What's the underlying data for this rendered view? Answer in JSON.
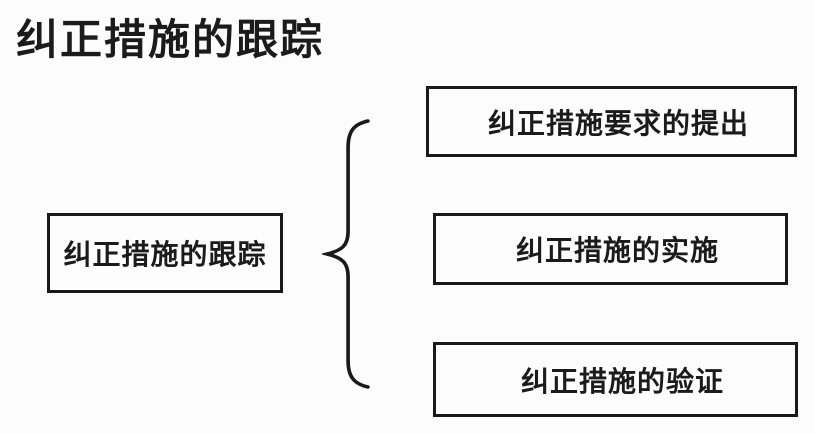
{
  "title": "纠正措施的跟踪",
  "diagram": {
    "root": {
      "label": "纠正措施的跟踪"
    },
    "connector": {
      "type": "left-curly-brace"
    },
    "branches": [
      {
        "label": "纠正措施要求的提出"
      },
      {
        "label": "纠正措施的实施"
      },
      {
        "label": "纠正措施的验证"
      }
    ]
  },
  "colors": {
    "background": "#fcfcfc",
    "line": "#1a1a1a",
    "text": "#1b1b1b"
  }
}
